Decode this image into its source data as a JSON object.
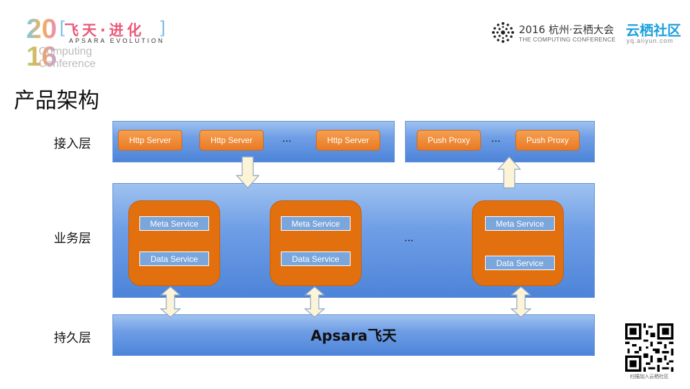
{
  "header": {
    "left_logo": {
      "year_top": "20",
      "year_bottom": "16",
      "title": "飞天·进化",
      "bracket_left": "[",
      "bracket_right": "]",
      "subtitle": "APSARA EVOLUTION",
      "line1": "Computing",
      "line2": "Conference"
    },
    "right_logo": {
      "line1": "2016 杭州·云栖大会",
      "line2": "THE COMPUTING CONFERENCE",
      "brand": "云栖社区",
      "url": "yq.aliyun.com"
    }
  },
  "title": "产品架构",
  "layers": {
    "access": {
      "label": "接入层",
      "http_servers": [
        "Http Server",
        "Http Server",
        "Http Server"
      ],
      "push_proxies": [
        "Push Proxy",
        "Push Proxy"
      ],
      "ellipsis": "..."
    },
    "business": {
      "label": "业务层",
      "services": [
        {
          "meta": "Meta Service",
          "data": "Data Service"
        },
        {
          "meta": "Meta Service",
          "data": "Data Service"
        },
        {
          "meta": "Meta Service",
          "data": "Data Service"
        }
      ],
      "ellipsis": "..."
    },
    "persistence": {
      "label": "持久层",
      "content": "Apsara飞天"
    }
  },
  "qr": {
    "caption": "扫描加入云栖社区"
  },
  "colors": {
    "band_blue": "#5b8fdb",
    "pill_orange": "#ed7d31",
    "service_orange": "#e3700f",
    "service_item_blue": "#7aa6dc",
    "arrow_fill": "#fdf3d6"
  }
}
